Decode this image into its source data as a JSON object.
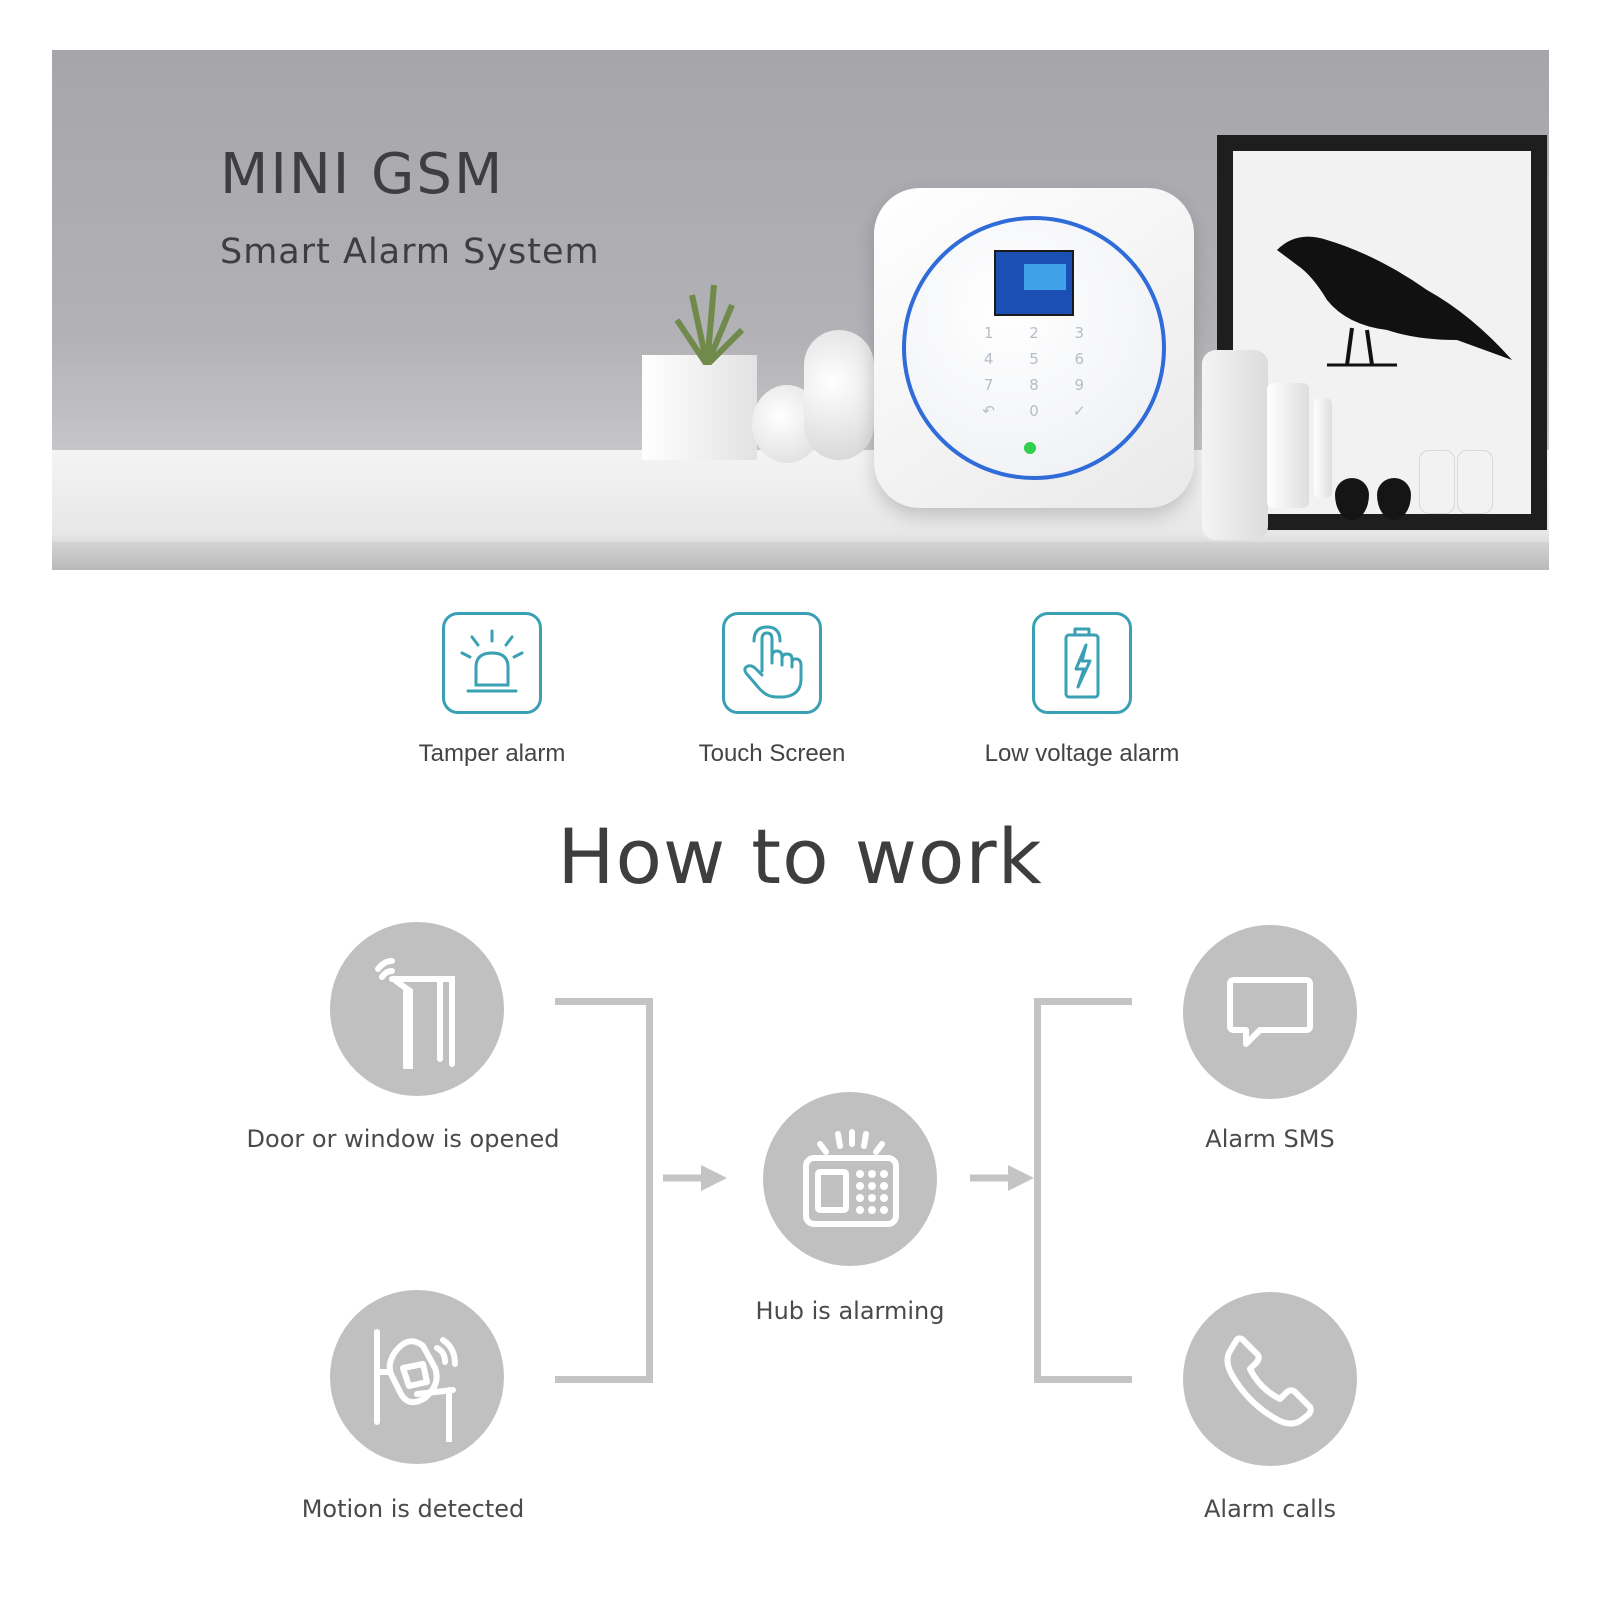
{
  "banner": {
    "title": "MINI GSM",
    "subtitle": "Smart Alarm System",
    "hub_keys": [
      "1",
      "2",
      "3",
      "4",
      "5",
      "6",
      "7",
      "8",
      "9",
      "↶",
      "0",
      "✓"
    ]
  },
  "features": [
    {
      "label": "Tamper alarm",
      "icon": "siren-icon"
    },
    {
      "label": "Touch Screen",
      "icon": "touch-hand-icon"
    },
    {
      "label": "Low voltage alarm",
      "icon": "battery-bolt-icon"
    }
  ],
  "how": {
    "title": "How to work",
    "triggers": [
      {
        "label": "Door or window is opened",
        "icon": "door-sensor-icon"
      },
      {
        "label": "Motion is detected",
        "icon": "motion-sensor-icon"
      }
    ],
    "hub": {
      "label": "Hub is alarming",
      "icon": "alarm-hub-icon"
    },
    "outputs": [
      {
        "label": "Alarm SMS",
        "icon": "message-bubble-icon"
      },
      {
        "label": "Alarm calls",
        "icon": "phone-icon"
      }
    ]
  },
  "colors": {
    "feature_accent": "#3aa0b3",
    "hub_ring": "#2f6bd9",
    "flow_gray": "#c0c0c0"
  }
}
